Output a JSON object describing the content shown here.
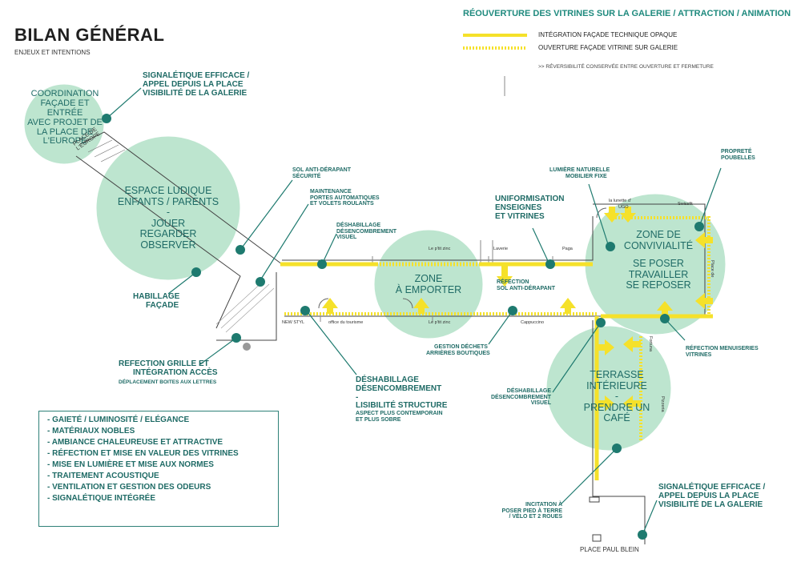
{
  "header": {
    "title": "BILAN GÉNÉRAL",
    "subtitle": "ENJEUX ET INTENTIONS"
  },
  "legend": {
    "heading": "RÉOUVERTURE DES VITRINES SUR LA GALERIE / ATTRACTION / ANIMATION",
    "solid_label": "INTÉGRATION FAÇADE TECHNIQUE OPAQUE",
    "dashed_label": "OUVERTURE FAÇADE VITRINE SUR GALERIE",
    "note": ">> RÉVERSIBILITÉ CONSERVÉE ENTRE OUVERTURE ET FERMETURE"
  },
  "colors": {
    "zone_fill": "#bde5cf",
    "accent_yellow": "#f5e12a",
    "dot_teal": "#1e7a6f",
    "text_teal": "#1f6b66"
  },
  "zones": {
    "coordination": [
      "COORDINATION",
      "FAÇADE ET ENTRÉE",
      "AVEC PROJET DE",
      "LA PLACE DE",
      "L'EUROPE"
    ],
    "ludique": [
      "ESPACE LUDIQUE",
      "ENFANTS / PARENTS",
      "-",
      "JOUER",
      "REGARDER",
      "OBSERVER"
    ],
    "emporter": [
      "ZONE",
      "À EMPORTER"
    ],
    "convivialite": [
      "ZONE DE",
      "CONVIVIALITÉ",
      "",
      "SE POSER",
      "TRAVAILLER",
      "SE REPOSER"
    ],
    "terrasse": [
      "TERRASSE",
      "INTÉRIEURE",
      "-",
      "PRENDRE UN",
      "CAFÉ"
    ]
  },
  "annotations": {
    "signaletique_top": [
      "SIGNALÉTIQUE EFFICACE /",
      "APPEL DEPUIS LA PLACE",
      "VISIBILITÉ DE LA GALERIE"
    ],
    "sol_securite": [
      "SOL ANTI-DÉRAPANT",
      "SÉCURITÉ"
    ],
    "maintenance": [
      "MAINTENANCE",
      "PORTES AUTOMATIQUES",
      "ET VOLETS ROULANTS"
    ],
    "deshabillage_visuel": [
      "DÉSHABILLAGE",
      "DÉSENCOMBREMENT",
      "VISUEL"
    ],
    "habillage": [
      "HABILLAGE",
      "FAÇADE"
    ],
    "refection_grille": [
      "REFECTION GRILLE ET",
      "INTÉGRATION ACCÈS"
    ],
    "refection_grille_sub": "DÉPLACEMENT BOITES AUX LETTRES",
    "lumiere": [
      "LUMIÈRE NATURELLE",
      "MOBILIER FIXE"
    ],
    "uniformisation": [
      "UNIFORMISATION",
      "ENSEIGNES",
      "ET VITRINES"
    ],
    "proprete": [
      "PROPRETÉ",
      "POUBELLES"
    ],
    "refection_sol": [
      "RÉFECTION",
      "SOL ANTI-DÉRAPANT"
    ],
    "gestion_dechets": [
      "GESTION DÉCHETS",
      "ARRIÈRES BOUTIQUES"
    ],
    "deshabillage_mid": [
      "DÉSHABILLAGE",
      "DÉSENCOMBREMENT",
      "-",
      "LISIBILITÉ STRUCTURE"
    ],
    "deshabillage_mid_sub": [
      "ASPECT PLUS CONTEMPORAIN",
      "ET PLUS SOBRE"
    ],
    "refection_menuiseries": [
      "RÉFECTION MENUISERIES",
      "VITRINES"
    ],
    "deshabillage_right": [
      "DÉSHABILLAGE",
      "DÉSENCOMBREMENT",
      "VISUEL"
    ],
    "incitation": [
      "INCITATION À",
      "POSER PIED À TERRE",
      "/ VÉLO ET 2 ROUES"
    ],
    "signaletique_bottom": [
      "SIGNALÉTIQUE EFFICACE /",
      "APPEL DEPUIS LA PLACE",
      "VISIBILITÉ DE LA GALERIE"
    ]
  },
  "plan_labels": {
    "place_europe": [
      "PLACE DE",
      "L'EUROPE"
    ],
    "place_paul_blein": "PLACE PAUL BLEIN",
    "ptit_zinc_top": "Le p'tit zinc",
    "ptit_zinc_bottom": "Le p'tit zinc",
    "laverie": "Laverie",
    "paga": "Paga",
    "new_style": "NEW STYL",
    "office": "office du tourisme",
    "cappuccino": "Cappuccino",
    "lunette": "la lunette d'",
    "ugo": "UGO",
    "swissfit": "Swissfit",
    "place_de": "Place de",
    "fortuna": "Fortuna",
    "pizzeria": "Pizzeria"
  },
  "goals": [
    "- GAIETÉ / LUMINOSITÉ / ELÉGANCE",
    "- MATÉRIAUX NOBLES",
    "- AMBIANCE CHALEUREUSE ET ATTRACTIVE",
    "- RÉFECTION ET MISE EN VALEUR DES VITRINES",
    "- MISE EN LUMIÈRE ET MISE AUX NORMES",
    "- TRAITEMENT ACOUSTIQUE",
    "- VENTILATION ET GESTION DES ODEURS",
    "- SIGNALÉTIQUE INTÉGRÉE"
  ]
}
